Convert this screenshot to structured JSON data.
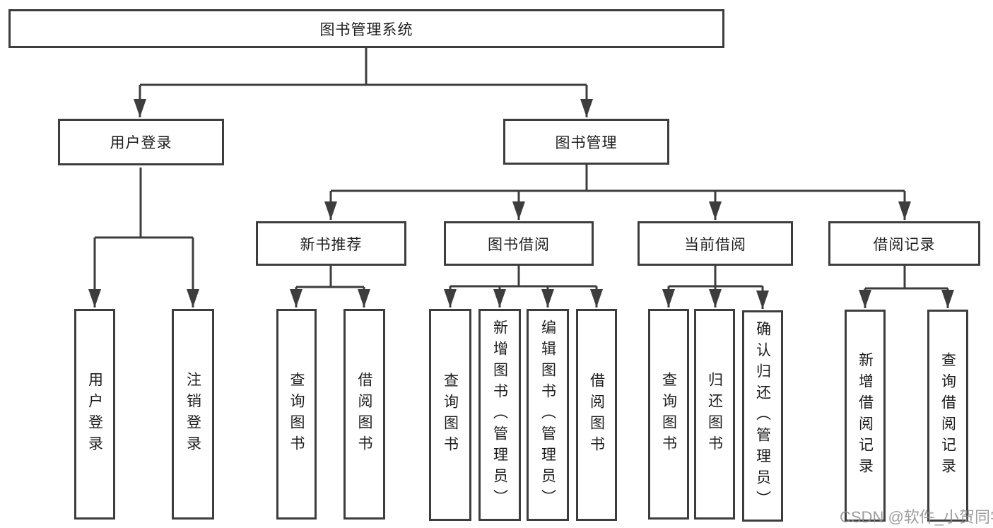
{
  "diagram": {
    "root": "图书管理系统",
    "login": {
      "label": "用户登录",
      "children": [
        "用户登录",
        "注销登录"
      ]
    },
    "manage": {
      "label": "图书管理",
      "sections": [
        {
          "label": "新书推荐",
          "children": [
            "查询图书",
            "借阅图书"
          ]
        },
        {
          "label": "图书借阅",
          "children": [
            "查询图书",
            "新增图书（管理员）",
            "编辑图书（管理员）",
            "借阅图书"
          ]
        },
        {
          "label": "当前借阅",
          "children": [
            "查询图书",
            "归还图书",
            "确认归还（管理员）"
          ]
        },
        {
          "label": "借阅记录",
          "children": [
            "新增借阅记录",
            "查询借阅记录"
          ]
        }
      ]
    }
  },
  "watermark": "CSDN @软件_小贺同学",
  "colors": {
    "line": "#3d3d3d",
    "text": "#1d1d1d",
    "background": "#ffffff",
    "watermark": "#8c8c8c"
  }
}
